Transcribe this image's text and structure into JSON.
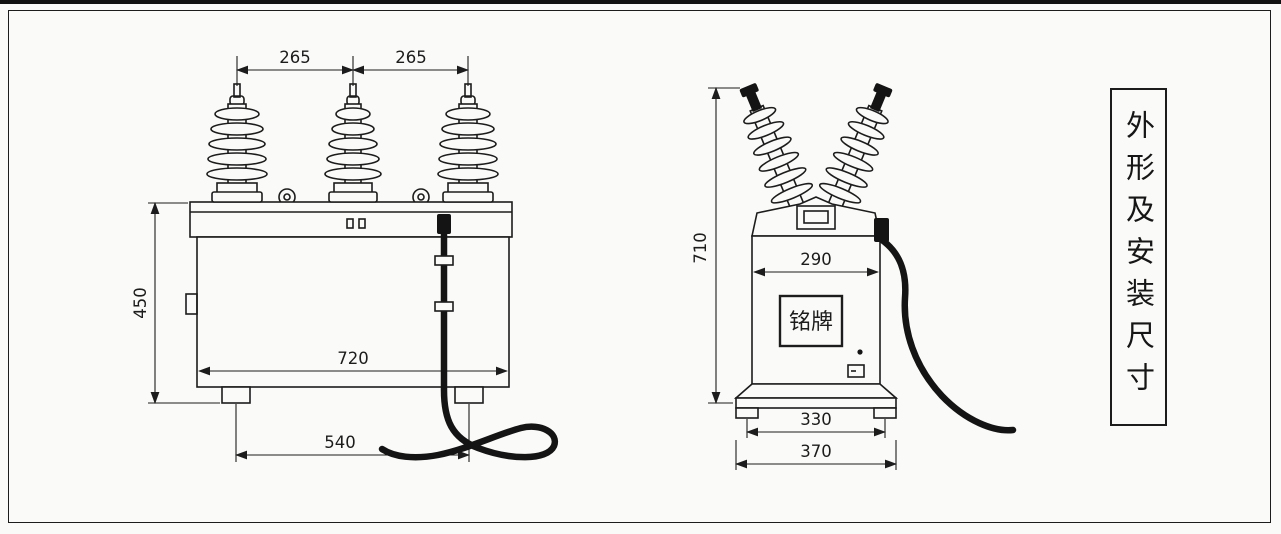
{
  "title_panel": {
    "text": "外形及安装尺寸"
  },
  "front_view": {
    "dim_bushing_spacing_left": "265",
    "dim_bushing_spacing_right": "265",
    "dim_body_height": "450",
    "dim_body_width": "720",
    "dim_foot_spacing": "540"
  },
  "side_view": {
    "dim_overall_height": "710",
    "dim_body_width": "290",
    "dim_foot_spacing": "330",
    "dim_base_width": "370",
    "nameplate_label": "铭牌"
  },
  "colors": {
    "line": "#1c1c1c",
    "cable": "#141414",
    "background": "#fafaf8"
  }
}
